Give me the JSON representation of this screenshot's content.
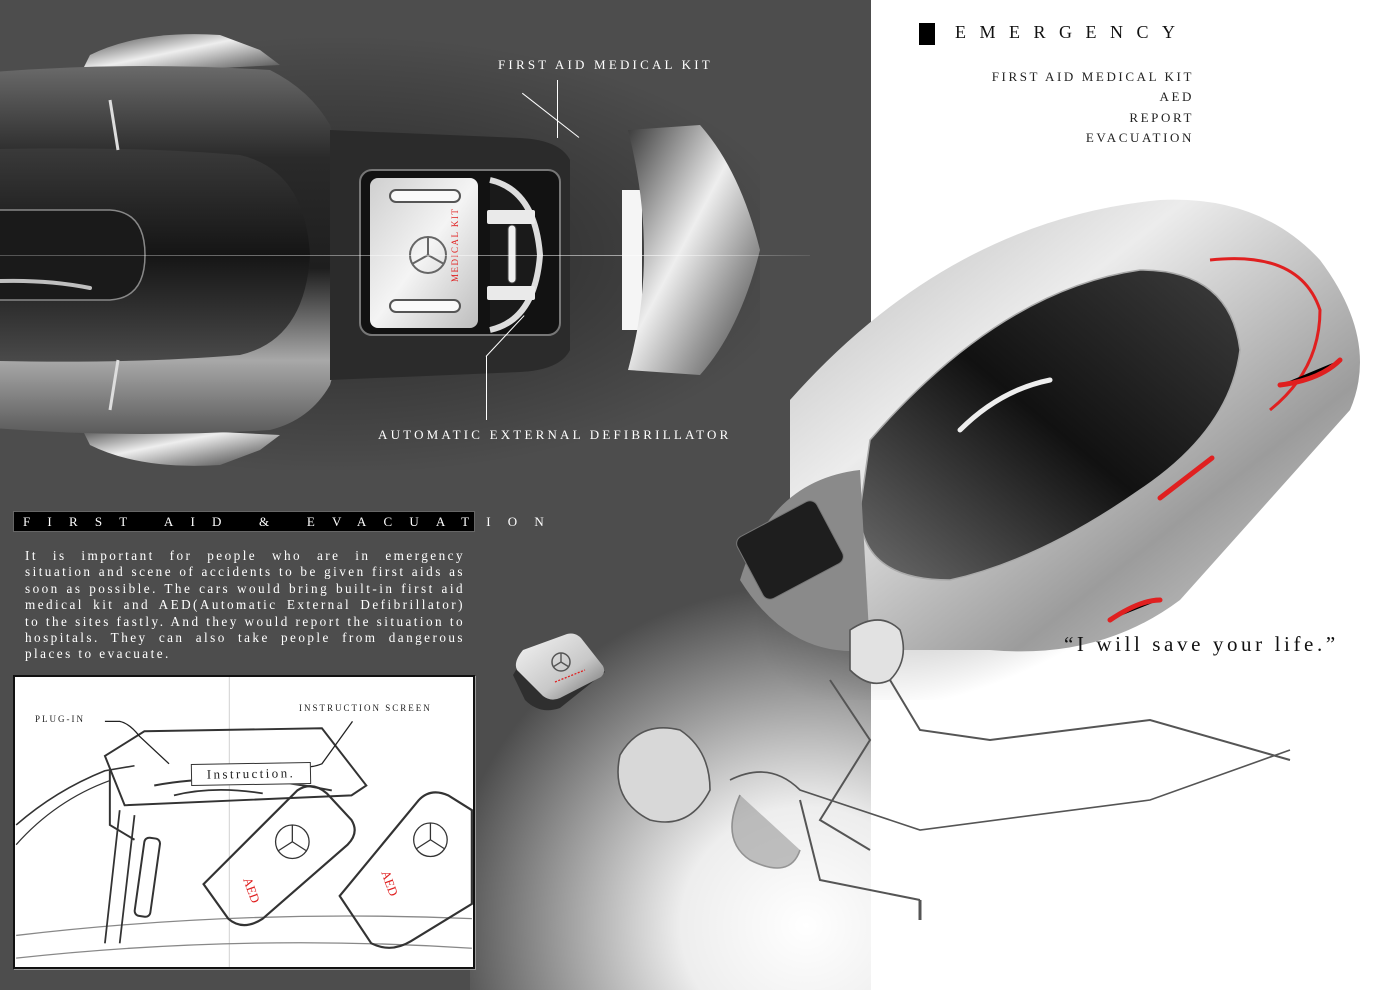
{
  "header": {
    "title": "EMERGENCY",
    "features": [
      "FIRST AID MEDICAL KIT",
      "AED",
      "REPORT",
      "EVACUATION"
    ]
  },
  "callouts": {
    "medical_kit": "FIRST AID MEDICAL KIT",
    "aed": "AUTOMATIC EXTERNAL DEFIBRILLATOR",
    "kit_lid_label": "MEDICAL KIT"
  },
  "section": {
    "title": "FIRST AID & EVACUATION",
    "description": "It is important for people who are in emergency situation and scene of accidents to be given first aids as soon as possible. The cars would bring built-in first aid medical kit and AED(Automatic External Defibrillator) to the sites fastly. And they would report the situation to hospitals. They can also take people from dangerous places to evacuate."
  },
  "sketch": {
    "label_plug_in": "PLUG-IN",
    "label_instruction_screen": "INSTRUCTION SCREEN",
    "screen_text": "Instruction.",
    "pad_label_1": "AED",
    "pad_label_2": "AED"
  },
  "tagline": "“I will save your life.”",
  "colors": {
    "dark_panel": "#4d4d4d",
    "light_panel": "#ffffff",
    "accent_red": "#e02020",
    "text_dark": "#111111",
    "text_light": "#ffffff"
  }
}
